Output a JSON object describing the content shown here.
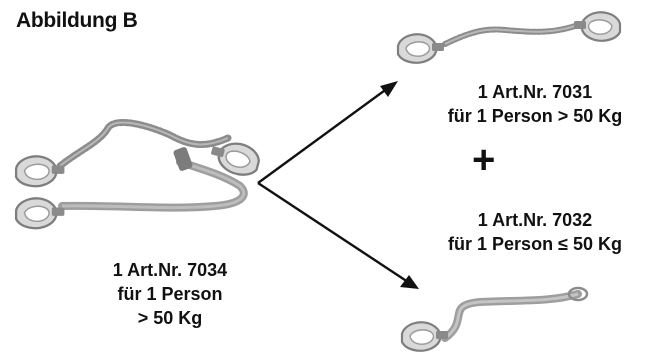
{
  "figure": {
    "title": "Abbildung B"
  },
  "main_product": {
    "line1": "1 Art.Nr. 7034",
    "line2": "für 1 Person",
    "line3": "> 50 Kg"
  },
  "product_a": {
    "line1": "1 Art.Nr. 7031",
    "line2": "für 1 Person > 50 Kg"
  },
  "combine_symbol": "+",
  "product_b": {
    "line1": "1 Art.Nr. 7032",
    "line2": "für 1 Person ≤ 50 Kg"
  },
  "colors": {
    "text": "#111111",
    "arrow": "#111111",
    "lanyard": "#8c8c8c",
    "carabiner": "#9a9a9a"
  },
  "icons": {
    "lanyard_combo": "y-lanyard-icon",
    "lanyard_elastic": "elastic-lanyard-icon",
    "lanyard_sling": "sling-lanyard-icon"
  }
}
